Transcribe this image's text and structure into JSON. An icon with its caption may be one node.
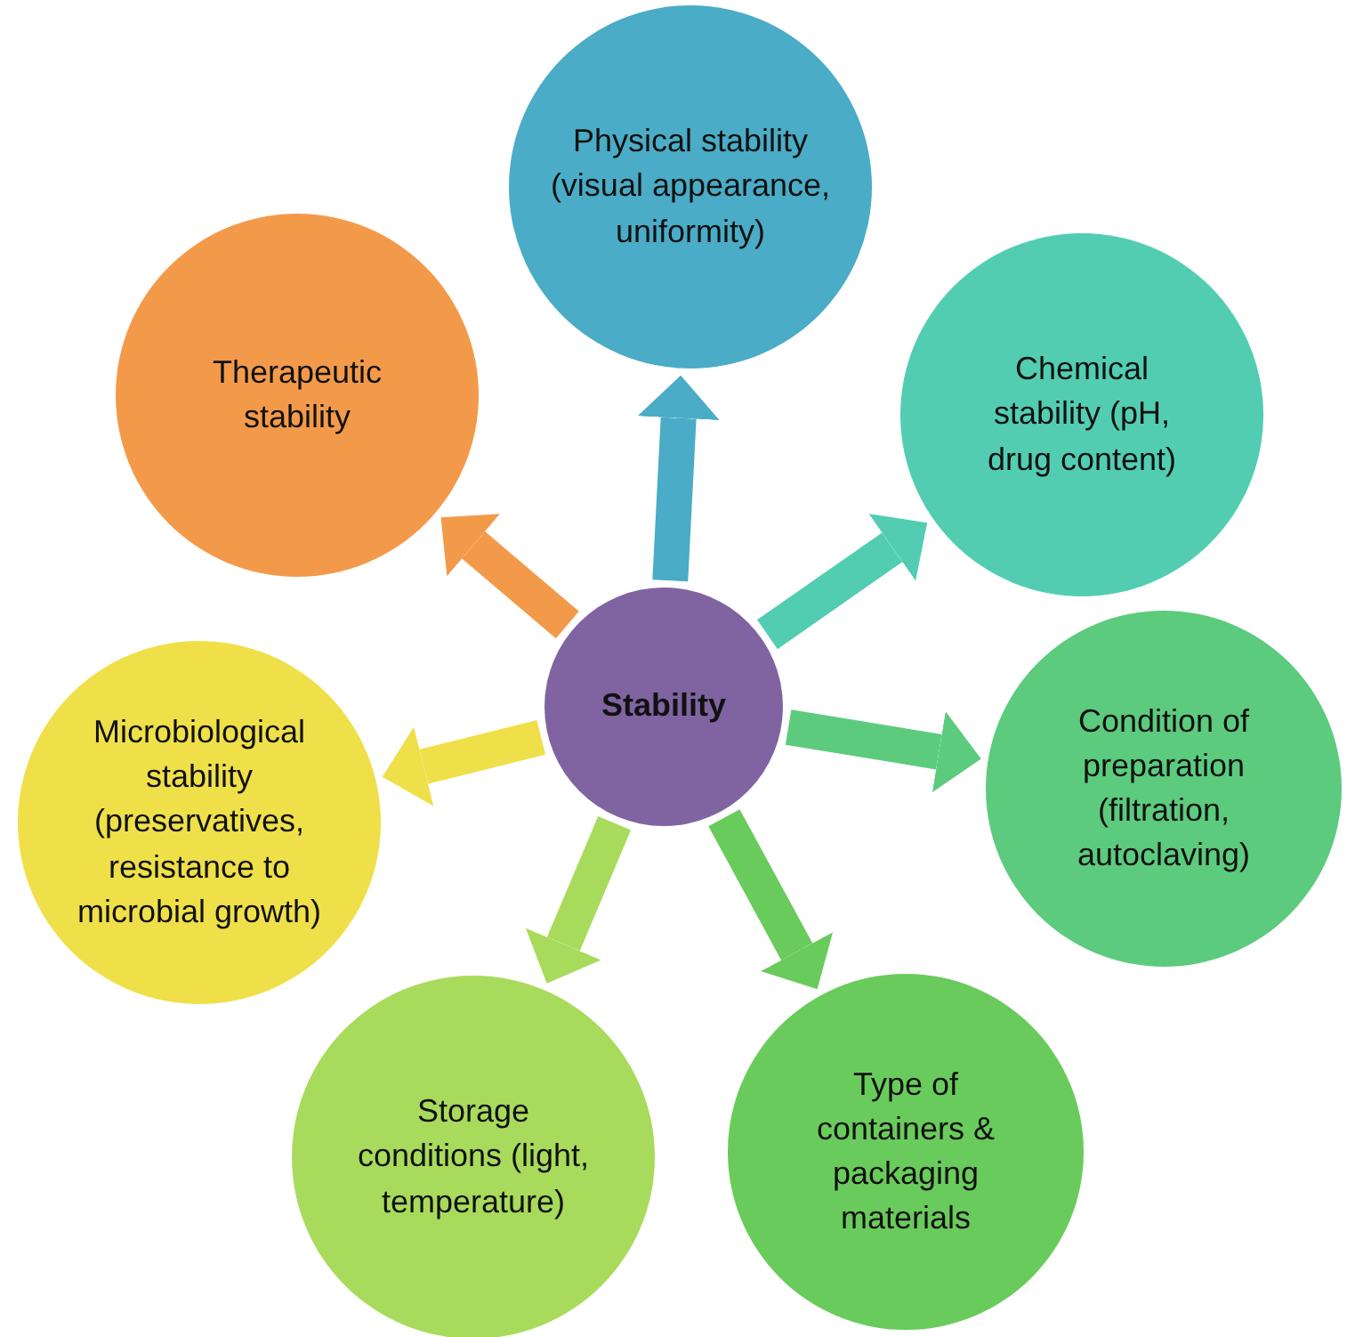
{
  "diagram": {
    "nodes": [
      {
        "text": [
          "Stability"
        ]
      },
      {
        "text": [
          "Physical stability (visual appearance, uniformity)"
        ]
      },
      {
        "text": [
          "Chemical stability (pH, drug content)"
        ]
      },
      {
        "text": [
          "Condition of preparation (filtration, autoclaving)"
        ]
      },
      {
        "text": [
          "Type of containers & packaging materials"
        ]
      },
      {
        "text": [
          "Storage conditions (light, temperature)"
        ]
      },
      {
        "text": [
          "Microbiological stability (preservatives, resistance to microbial growth)"
        ]
      },
      {
        "text": [
          "Therapeutic stability"
        ]
      }
    ],
    "edges": [
      {
        "from": 0,
        "to": 1,
        "arrow": "to",
        "color": "#4aacc6"
      },
      {
        "from": 0,
        "to": 2,
        "arrow": "to",
        "color": "#52cdb2"
      },
      {
        "from": 0,
        "to": 3,
        "arrow": "to",
        "color": "#5ccb7e"
      },
      {
        "from": 0,
        "to": 4,
        "arrow": "to",
        "color": "#69cb5b"
      },
      {
        "from": 0,
        "to": 5,
        "arrow": "to",
        "color": "#a8db5c"
      },
      {
        "from": 0,
        "to": 6,
        "arrow": "to",
        "color": "#efe04a"
      },
      {
        "from": 0,
        "to": 7,
        "arrow": "to",
        "color": "#f39a4a"
      }
    ]
  }
}
